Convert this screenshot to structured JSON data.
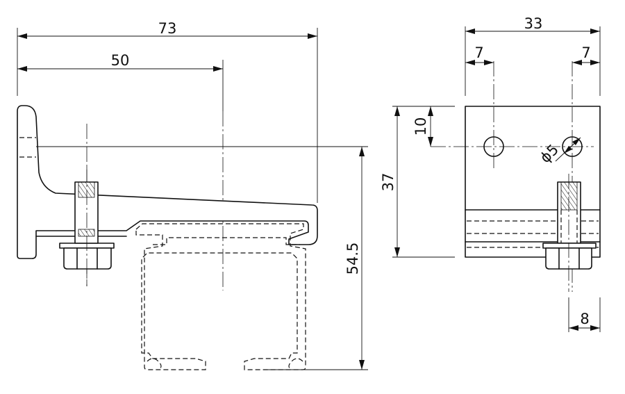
{
  "dimensions": {
    "overall_width": "73",
    "center_offset": "50",
    "bracket_width": "33",
    "left_hole_offset": "7",
    "right_hole_offset": "7",
    "hole_height": "10",
    "bracket_height": "37",
    "hole_diameter": "ϕ5",
    "bolt_offset": "8",
    "rail_height": "54.5"
  },
  "colors": {
    "line": "#111111",
    "background": "#ffffff"
  }
}
